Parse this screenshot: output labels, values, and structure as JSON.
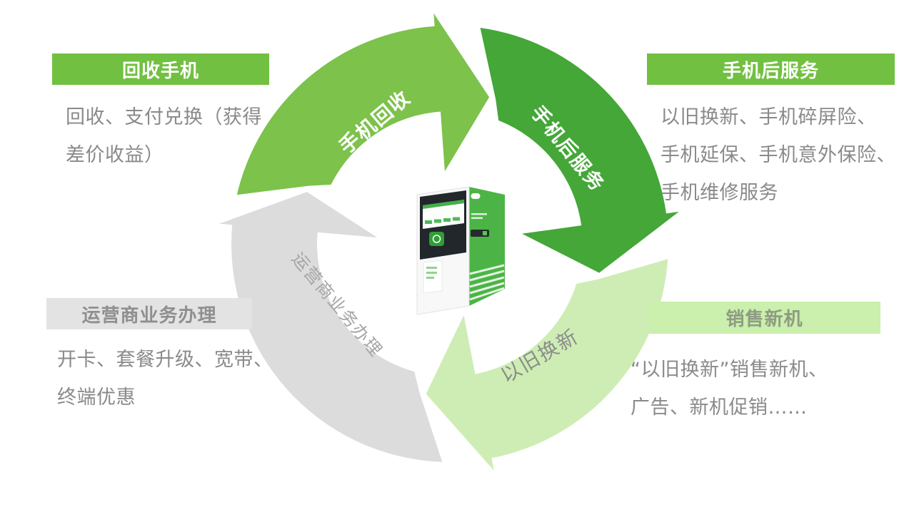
{
  "theme": {
    "background": "#FFFFFF",
    "body_text_color": "#8A8A8A"
  },
  "cycle": {
    "arrows": [
      {
        "id": "recycle",
        "label": "手机回收",
        "color": "#7CC24B",
        "label_color": "#FFFFFF"
      },
      {
        "id": "after-service",
        "label": "手机后服务",
        "color": "#44A738",
        "label_color": "#FFFFFF"
      },
      {
        "id": "trade-in",
        "label": "以旧换新",
        "color": "#CEEDB4",
        "label_color": "#8C8C8C"
      },
      {
        "id": "carrier-business",
        "label": "运营商业务办理",
        "color": "#DCDCDC",
        "label_color": "#A5A5A5"
      }
    ]
  },
  "panels": [
    {
      "id": "recycle-phone",
      "title": "回收手机",
      "header_bg": "#72C041",
      "title_color": "#FFFFFF",
      "lines": [
        "回收、支付兑换（获得",
        "差价收益）"
      ]
    },
    {
      "id": "after-service",
      "title": "手机后服务",
      "header_bg": "#72C041",
      "title_color": "#FFFFFF",
      "lines": [
        "以旧换新、手机碎屏险、",
        "手机延保、手机意外保险、",
        "手机维修服务"
      ]
    },
    {
      "id": "carrier-business",
      "title": "运营商业务办理",
      "header_bg": "#E3E3E3",
      "title_color": "#8F8F8F",
      "lines": [
        "开卡、套餐升级、宽带、",
        "终端优惠"
      ]
    },
    {
      "id": "new-phone-sales",
      "title": "销售新机",
      "header_bg": "#CBEFAC",
      "title_color": "#8E9C82",
      "lines": [
        "“以旧换新”销售新机、",
        "广告、新机促销……"
      ]
    }
  ]
}
